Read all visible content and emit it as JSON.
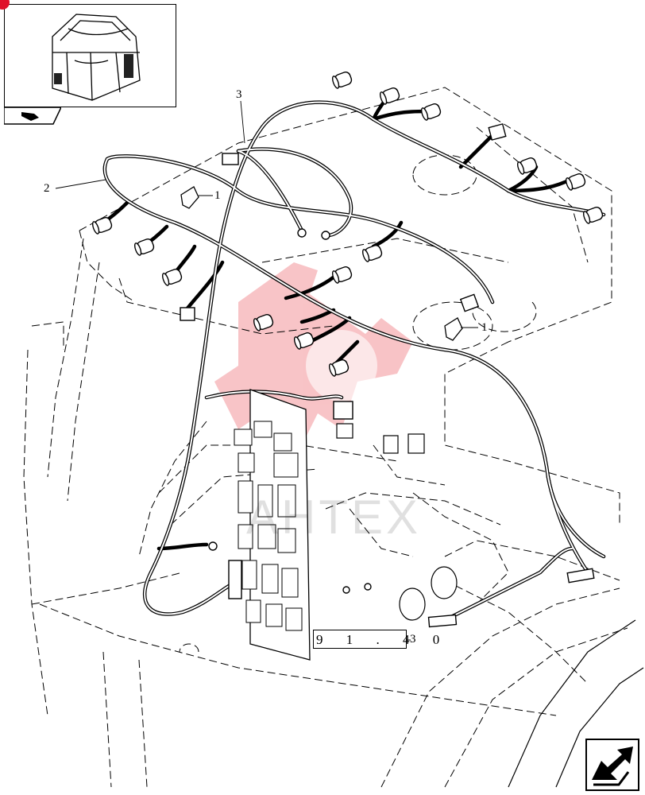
{
  "callouts": {
    "c1a": "1",
    "c1b": "1",
    "c2": "2",
    "c3a": "3",
    "c3b": "3"
  },
  "reference": {
    "code": "9 1 . 4 0"
  },
  "watermark": {
    "text": "AHTEX"
  },
  "icons": {
    "thumbnail": "cab-thumbnail-icon",
    "section_tab": "section-tab-icon",
    "next_page": "next-page-arrow-icon"
  },
  "colors": {
    "ink": "#000000",
    "marker": "#e0102a",
    "watermark_logo": "#f6b0b4"
  }
}
